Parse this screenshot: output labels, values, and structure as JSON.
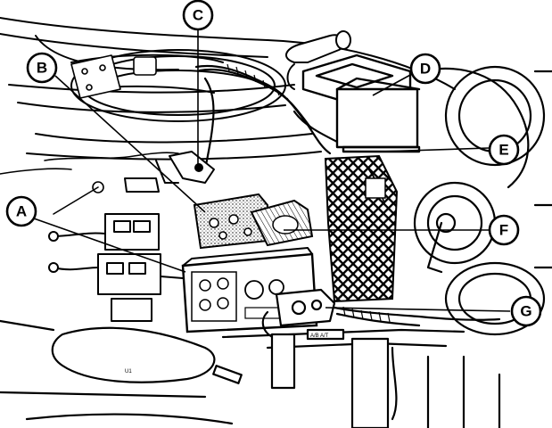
{
  "callouts": {
    "A": "A",
    "B": "B",
    "C": "C",
    "D": "D",
    "E": "E",
    "F": "F",
    "G": "G"
  },
  "labels": {
    "panel_tag": "A/B A/T",
    "floor_tag": "U1"
  },
  "colors": {
    "ink": "#000000",
    "paper": "#ffffff"
  }
}
